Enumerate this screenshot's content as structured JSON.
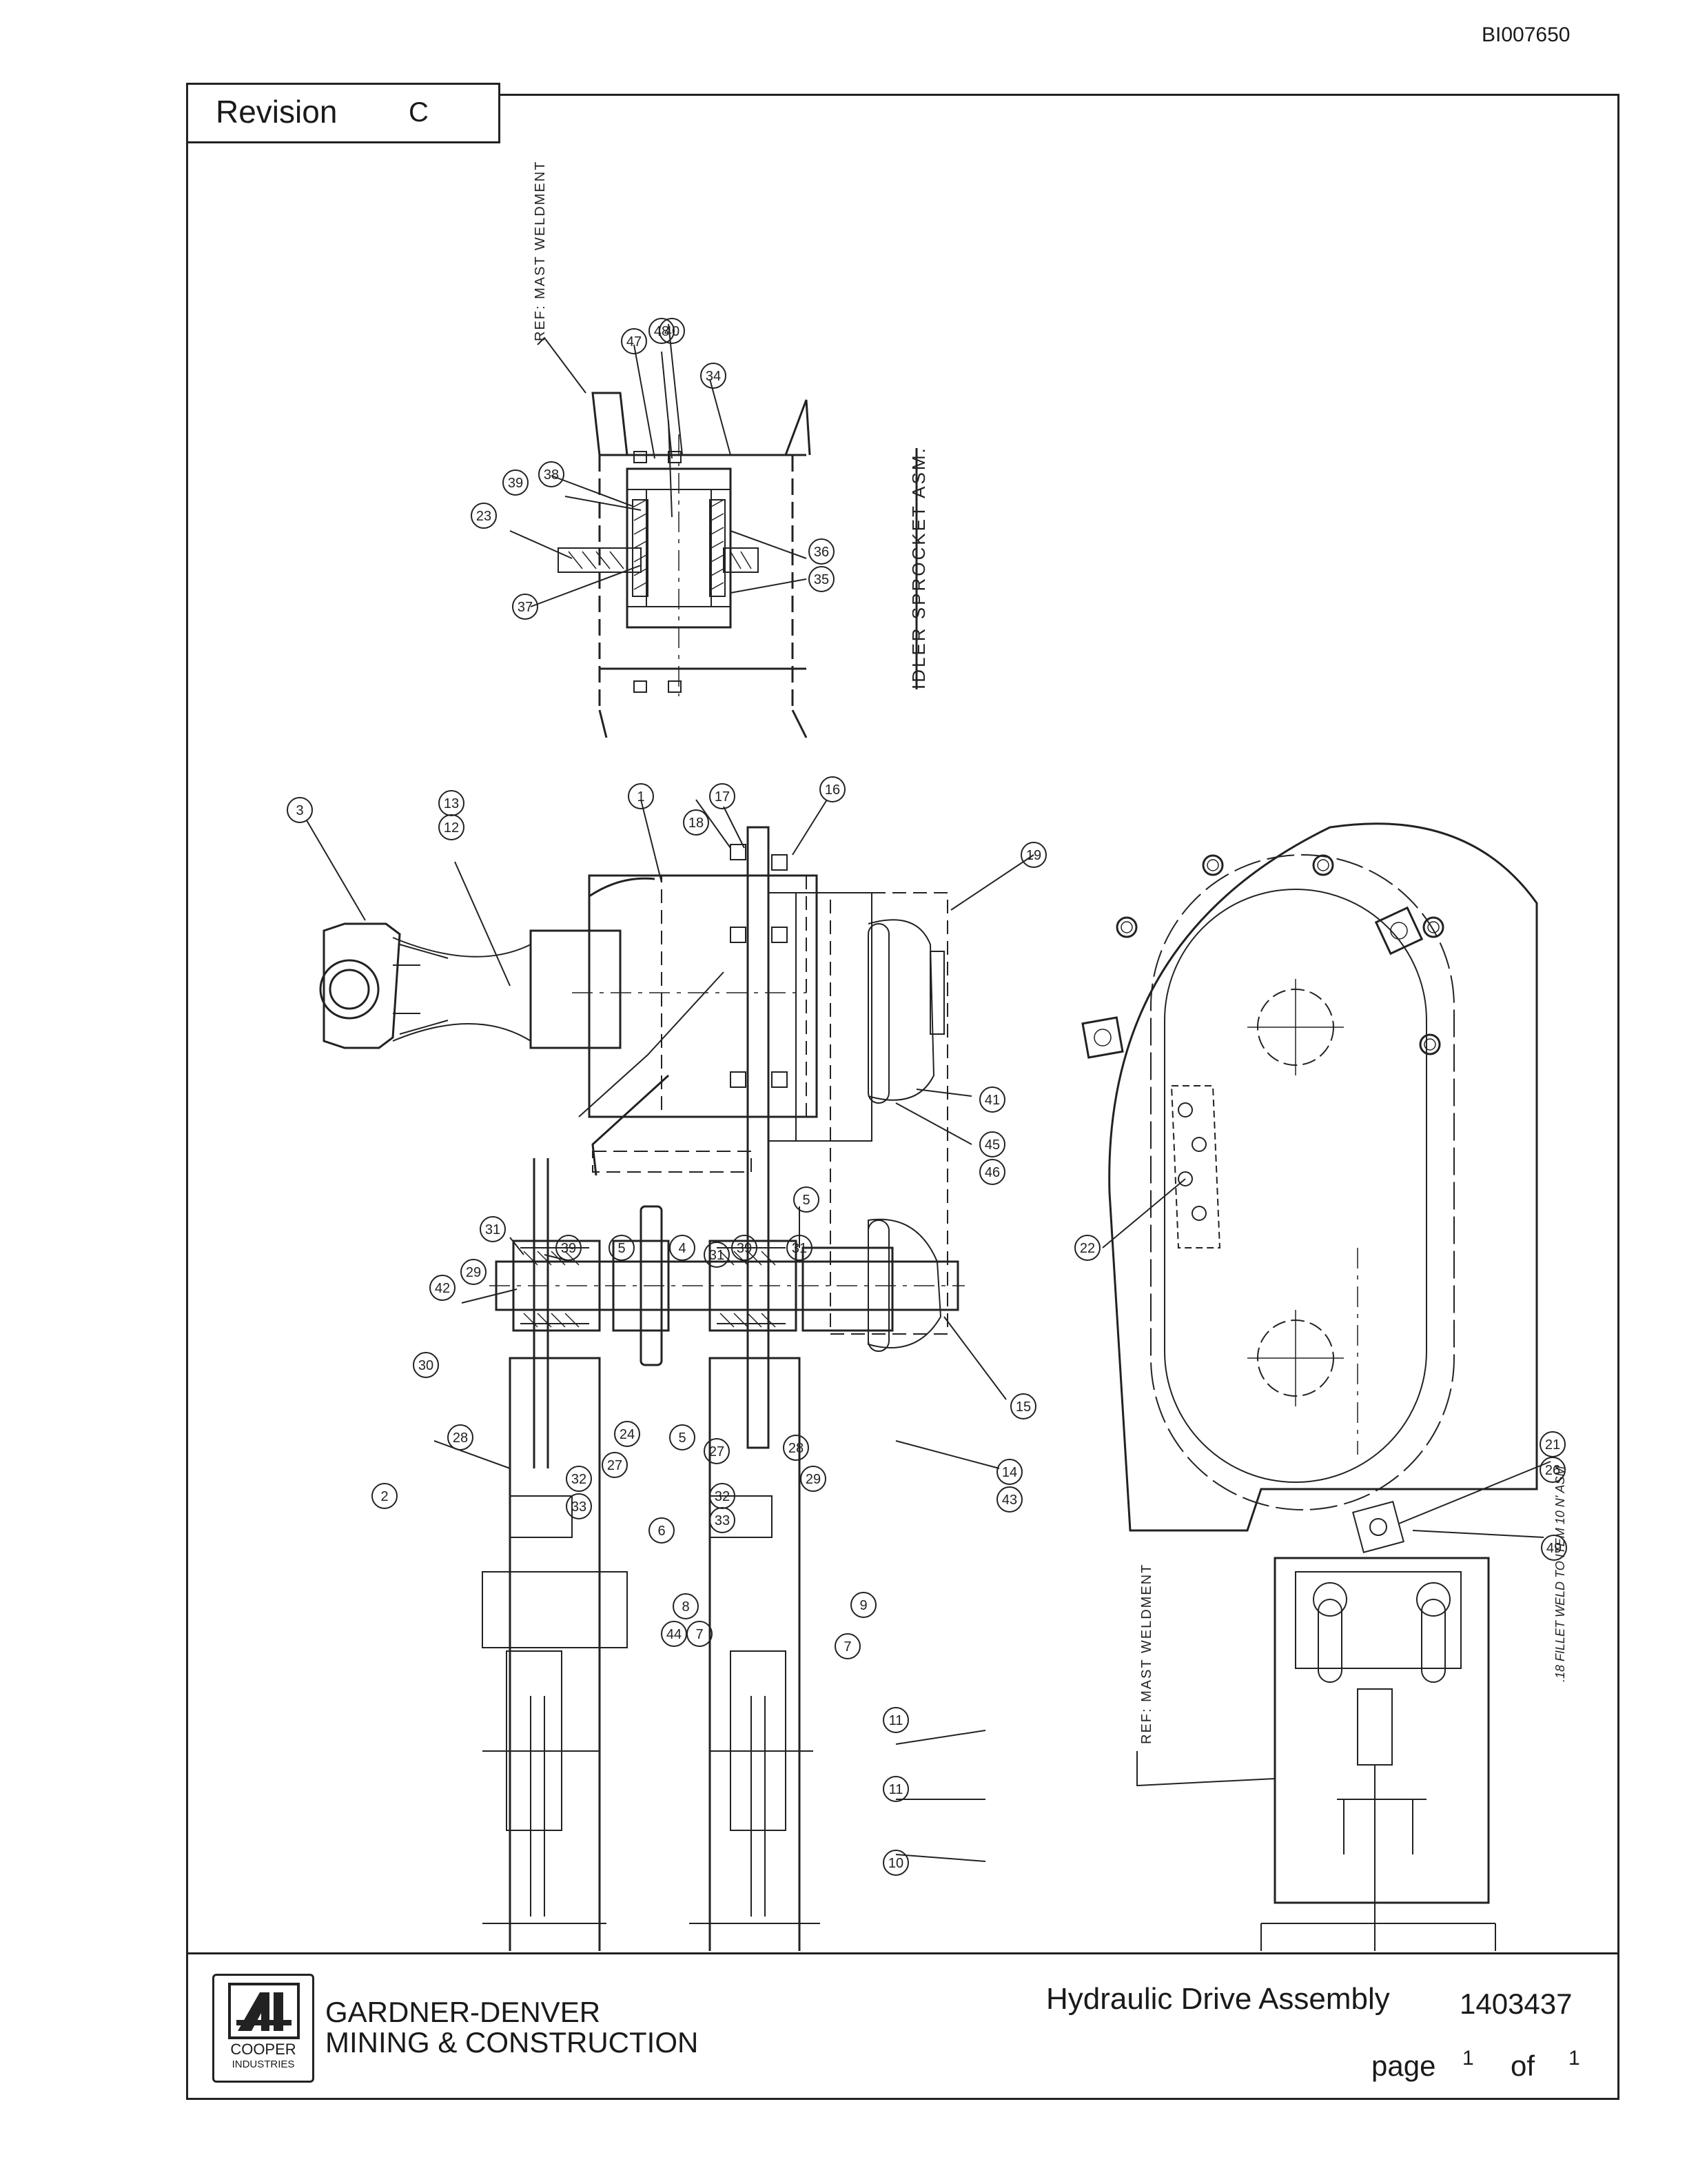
{
  "document_id": "BI007650",
  "revision": {
    "label": "Revision",
    "value": "C"
  },
  "drawing": {
    "idler_title": "IDLER SPROCKET ASM.",
    "ref_mast_top": "REF: MAST WELDMENT",
    "ref_mast_bottom": "REF: MAST WELDMENT",
    "weld_note": ".18 FILLET WELD TO ITEM 10 N' ASM",
    "balloons": {
      "b47": "47",
      "b48": "48",
      "b40": "40",
      "b34": "34",
      "b38": "38",
      "b39a": "39",
      "b23": "23",
      "b37": "37",
      "b35": "35",
      "b36": "36",
      "b3": "3",
      "b12": "12",
      "b13": "13",
      "b1": "1",
      "b17": "17",
      "b18": "18",
      "b16": "16",
      "b19": "19",
      "b41": "41",
      "b46": "46",
      "b45": "45",
      "b5a": "5",
      "b31a": "31",
      "b39b": "39",
      "b5b": "5",
      "b4": "4",
      "b31b": "31",
      "b39c": "39",
      "b31c": "31",
      "b42": "42",
      "b29a": "29",
      "b30": "30",
      "b28a": "28",
      "b33a": "33",
      "b32a": "32",
      "b27a": "27",
      "b24": "24",
      "b5c": "5",
      "b27b": "27",
      "b28b": "28",
      "b29b": "29",
      "b33b": "33",
      "b32b": "32",
      "b15": "15",
      "b14": "14",
      "b43": "43",
      "b2": "2",
      "b6": "6",
      "b8": "8",
      "b9": "9",
      "b44": "44",
      "b7a": "7",
      "b7b": "7",
      "b11a": "11",
      "b11b": "11",
      "b10": "10",
      "b22": "22",
      "b21": "21",
      "b26": "26",
      "b49": "49"
    }
  },
  "titleblock": {
    "logo_text": "COOPER",
    "logo_subtext": "INDUSTRIES",
    "company_line1": "GARDNER-DENVER",
    "company_line2": "MINING & CONSTRUCTION",
    "title": "Hydraulic Drive Assembly",
    "part_number": "1403437",
    "page_label": "page",
    "page_number": "1",
    "of_label": "of",
    "page_total": "1"
  }
}
